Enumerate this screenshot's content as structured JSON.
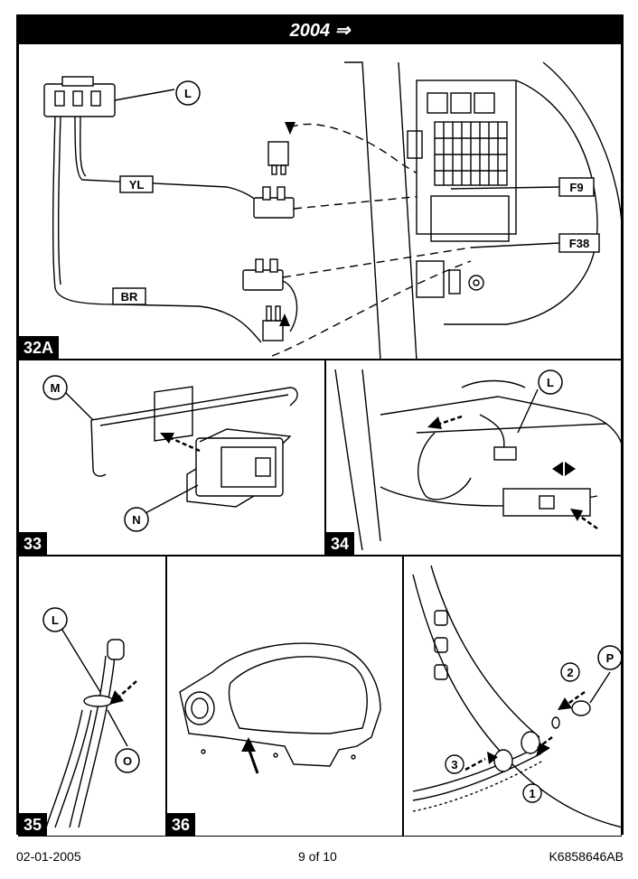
{
  "header": {
    "title": "2004 ⇒"
  },
  "panels": {
    "p32a": {
      "step": "32A",
      "labels": {
        "L": "L",
        "YL": "YL",
        "BR": "BR",
        "F9": "F9",
        "F38": "F38"
      }
    },
    "p33": {
      "step": "33",
      "labels": {
        "M": "M",
        "N": "N"
      }
    },
    "p34": {
      "step": "34",
      "labels": {
        "L": "L"
      }
    },
    "p35": {
      "step": "35",
      "labels": {
        "L": "L",
        "O": "O"
      }
    },
    "p36": {
      "step": "36"
    },
    "p37": {
      "labels": {
        "P": "P",
        "n1": "1",
        "n2": "2",
        "n3": "3"
      }
    }
  },
  "footer": {
    "date": "02-01-2005",
    "page": "9 of 10",
    "doc_id": "K6858646AB"
  }
}
